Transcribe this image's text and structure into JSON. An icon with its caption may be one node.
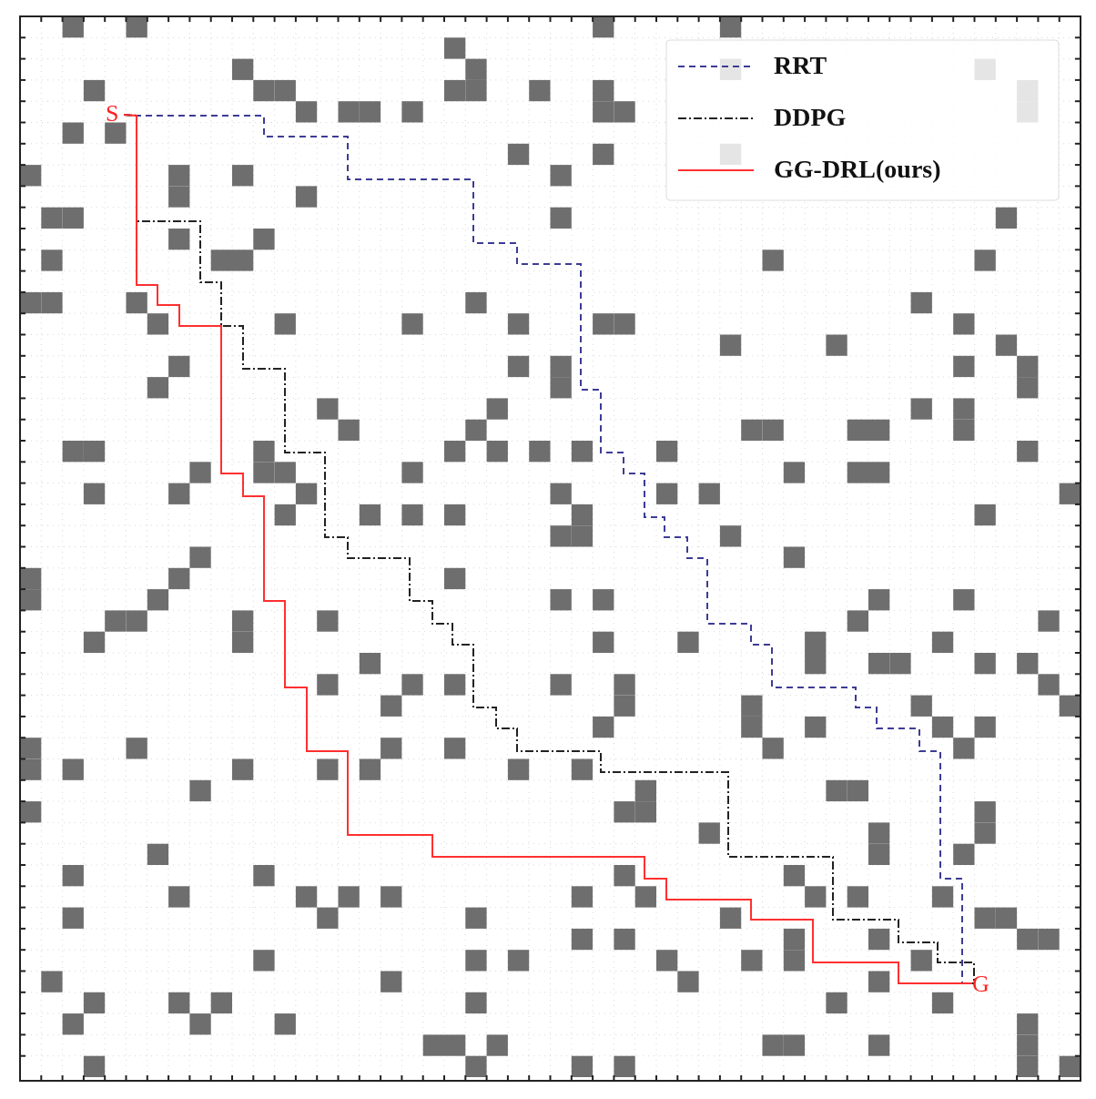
{
  "diagram": {
    "nodes": [
      {
        "text": [
          "S"
        ]
      },
      {
        "text": [
          "G"
        ]
      }
    ],
    "edges": [
      {
        "from": 0,
        "to": 1,
        "arrow": "none",
        "style": "dashed",
        "color": "#3c3c96"
      },
      {
        "from": 0,
        "to": 1,
        "arrow": "none",
        "style": "dashed",
        "color": "#222222"
      },
      {
        "from": 0,
        "to": 1,
        "arrow": "none",
        "color": "#ff3030"
      }
    ],
    "legend": [
      {
        "text": "RRT"
      },
      {
        "text": "DDPG"
      },
      {
        "text": "GG-DRL(ours)"
      }
    ]
  }
}
